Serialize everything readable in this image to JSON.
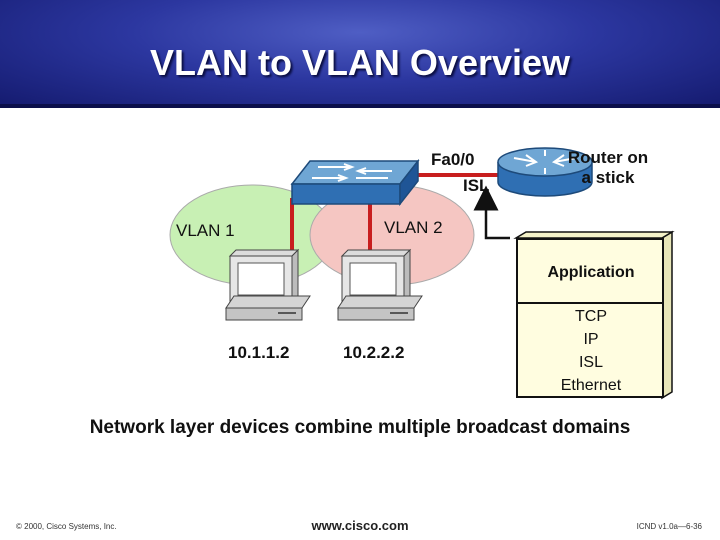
{
  "slide": {
    "title": "VLAN to VLAN Overview",
    "caption": "Network layer devices combine multiple broadcast domains"
  },
  "diagram": {
    "switch_port_label": "Fa0/0",
    "trunk_label": "ISL",
    "router_label_line1": "Router on",
    "router_label_line2": "a stick",
    "vlan1_label": "VLAN 1",
    "vlan2_label": "VLAN 2",
    "host1_address": "10.1.1.2",
    "host2_address": "10.2.2.2",
    "vlan1_color": "#c8f0b4",
    "vlan2_color": "#f5c6c2"
  },
  "protocol_stack": {
    "application": "Application",
    "layers": [
      "TCP",
      "IP",
      "ISL",
      "Ethernet"
    ]
  },
  "footer": {
    "copyright": "© 2000, Cisco Systems, Inc.",
    "url": "www.cisco.com",
    "course_ref": "ICND v1.0a—6-36"
  }
}
